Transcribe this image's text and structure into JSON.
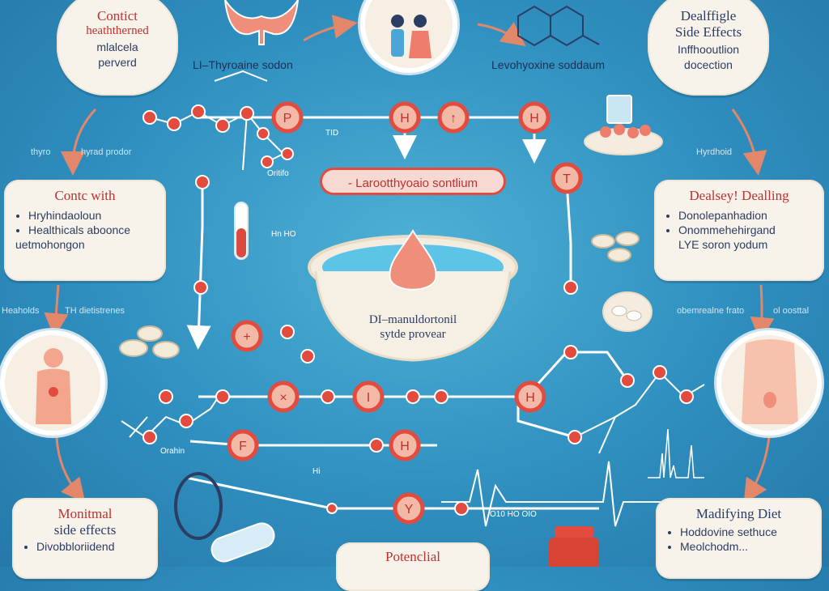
{
  "cards": {
    "top_left": {
      "title": "Contict",
      "lines": [
        "heaththerned",
        "mlalcela",
        "perverd"
      ]
    },
    "top_right": {
      "title": "Dealffigle",
      "subtitle": "Side Effects",
      "lines": [
        "Inffhooutlion",
        "docection"
      ]
    },
    "mid_left": {
      "title": "Contc with",
      "items": [
        "Hryhindaoloun",
        "Healthicals aboonce",
        "uetmohongon"
      ]
    },
    "mid_right": {
      "title": "Dealsey! Dealling",
      "items": [
        "Donolepanhadion",
        "Onommehehirgand",
        "LYE soron yodum"
      ]
    },
    "bottom_left": {
      "title": "Monitmal",
      "subtitle": "side effects",
      "items": [
        "Divobbloriidend"
      ]
    },
    "bottom_right": {
      "title": "Madifying Diet",
      "items": [
        "Hoddovine sethuce",
        "Meolchodm..."
      ]
    },
    "bottom_center": {
      "title": "Potenclial"
    }
  },
  "labels": {
    "top_left_drug": "LI–Thyroaine sodon",
    "top_right_drug": "Levohyoxine soddaum",
    "pill_label": "- Larootthyoaio sontlium",
    "bowl_label_1": "DI–manuldortonil",
    "bowl_label_2": "sytde provear",
    "left_small_1": "thyro",
    "left_small_2": "hyrad prodor",
    "left_small_3": "Heaholds",
    "left_small_4": "TH dietistrenes",
    "right_small_1": "Hyrdhoid",
    "right_small_2": "obemrealne frato",
    "right_small_3": "ol oosttal",
    "formula_1": "TID",
    "formula_2": "Hn HO",
    "formula_3": "Oritifo",
    "formula_4": "O10 HO OIO",
    "formula_5": "Orahin",
    "formula_6": "Hi"
  },
  "nodes": {
    "n1": "P",
    "n2": "H",
    "n3": "↑",
    "n4": "H",
    "n5": "T",
    "n6": "+",
    "n7": "×",
    "n8": "I",
    "n9": "H",
    "n10": "F",
    "n11": "H",
    "n12": "Y"
  },
  "colors": {
    "background": "#2f8fbf",
    "node_red": "#e24b3e",
    "card_bg": "#f7f2ea",
    "title_red": "#c0312e",
    "text_navy": "#2b3d63",
    "arrow": "#e2876a"
  }
}
